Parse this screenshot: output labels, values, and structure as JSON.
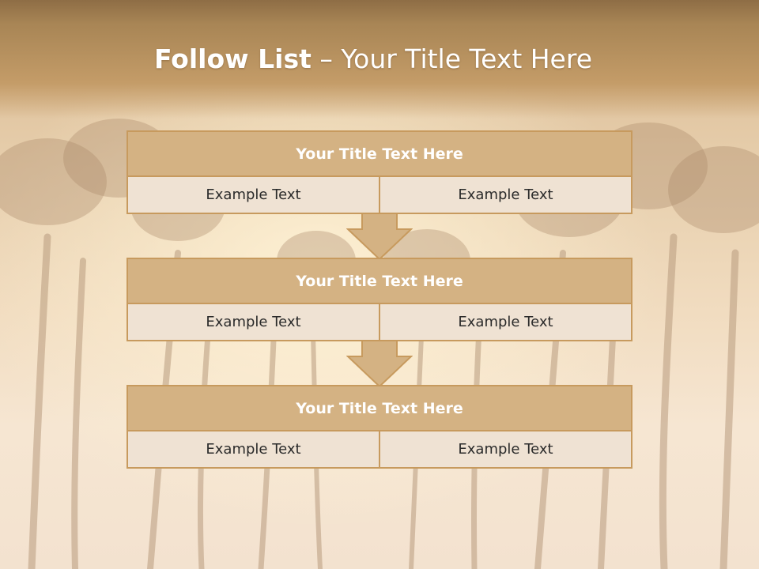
{
  "slide": {
    "title_bold": "Follow List",
    "title_rest": "– Your Title Text Here"
  },
  "steps": [
    {
      "title": "Your Title Text Here",
      "left": "Example Text",
      "right": "Example Text"
    },
    {
      "title": "Your Title Text Here",
      "left": "Example Text",
      "right": "Example Text"
    },
    {
      "title": "Your Title Text Here",
      "left": "Example Text",
      "right": "Example Text"
    }
  ],
  "colors": {
    "header": "#a88555",
    "box_head": "#d4b283",
    "box_border": "#c79a5e",
    "cell": "#efe2d3"
  }
}
